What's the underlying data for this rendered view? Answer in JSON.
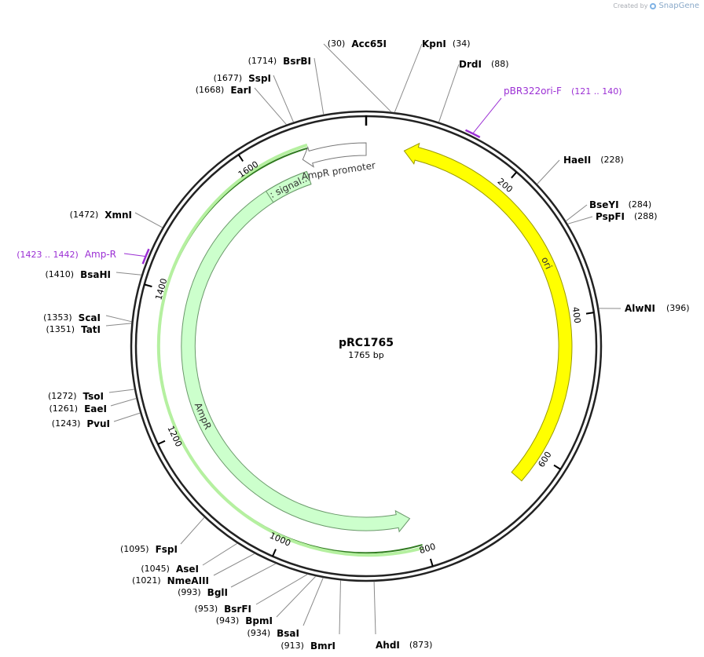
{
  "brand": {
    "created_by": "Created by",
    "name": "SnapGene"
  },
  "plasmid": {
    "name": "pRC1765",
    "length_label": "1765 bp",
    "length_bp": 1765
  },
  "restriction_sites": [
    {
      "name": "Acc65I",
      "pos": "(30)"
    },
    {
      "name": "KpnI",
      "pos": "(34)"
    },
    {
      "name": "DrdI",
      "pos": "(88)"
    },
    {
      "name": "HaeII",
      "pos": "(228)"
    },
    {
      "name": "BseYI",
      "pos": "(284)"
    },
    {
      "name": "PspFI",
      "pos": "(288)"
    },
    {
      "name": "AlwNI",
      "pos": "(396)"
    },
    {
      "name": "AhdI",
      "pos": "(873)"
    },
    {
      "name": "BmrI",
      "pos": "(913)"
    },
    {
      "name": "BsaI",
      "pos": "(934)"
    },
    {
      "name": "BpmI",
      "pos": "(943)"
    },
    {
      "name": "BsrFI",
      "pos": "(953)"
    },
    {
      "name": "BglI",
      "pos": "(993)"
    },
    {
      "name": "NmeAIII",
      "pos": "(1021)"
    },
    {
      "name": "AseI",
      "pos": "(1045)"
    },
    {
      "name": "FspI",
      "pos": "(1095)"
    },
    {
      "name": "PvuI",
      "pos": "(1243)"
    },
    {
      "name": "EaeI",
      "pos": "(1261)"
    },
    {
      "name": "TsoI",
      "pos": "(1272)"
    },
    {
      "name": "TatI",
      "pos": "(1351)"
    },
    {
      "name": "ScaI",
      "pos": "(1353)"
    },
    {
      "name": "BsaHI",
      "pos": "(1410)"
    },
    {
      "name": "XmnI",
      "pos": "(1472)"
    },
    {
      "name": "EarI",
      "pos": "(1668)"
    },
    {
      "name": "SspI",
      "pos": "(1677)"
    },
    {
      "name": "BsrBI",
      "pos": "(1714)"
    }
  ],
  "primers": [
    {
      "name": "pBR322ori-F",
      "range": "(121 .. 140)",
      "start": 121,
      "end": 140
    },
    {
      "name": "Amp-R",
      "range": "(1423 .. 1442)",
      "start": 1423,
      "end": 1442
    }
  ],
  "features": [
    {
      "name": "ori",
      "start": 54,
      "end": 642,
      "color": "#ffff00",
      "stroke": "#9a9a00"
    },
    {
      "name": "AmpR",
      "start": 813,
      "end": 1673,
      "color": "#ccffcc",
      "stroke": "#6a996a"
    },
    {
      "name": ": signal...",
      "start": 1604,
      "end": 1673,
      "color": "#ccffcc",
      "stroke": "#6a996a"
    },
    {
      "name": "AmpR promoter",
      "start": 1673,
      "end": 1765,
      "color": "#ffffff",
      "stroke": "#777777"
    }
  ],
  "ticks": [
    "200",
    "400",
    "600",
    "800",
    "1000",
    "1200",
    "1400",
    "1600"
  ],
  "colors": {
    "primer": "#9b2fd4",
    "ori": "#ffff00",
    "ampr": "#ccffcc",
    "ampr_edge": "#2f7a1f"
  }
}
